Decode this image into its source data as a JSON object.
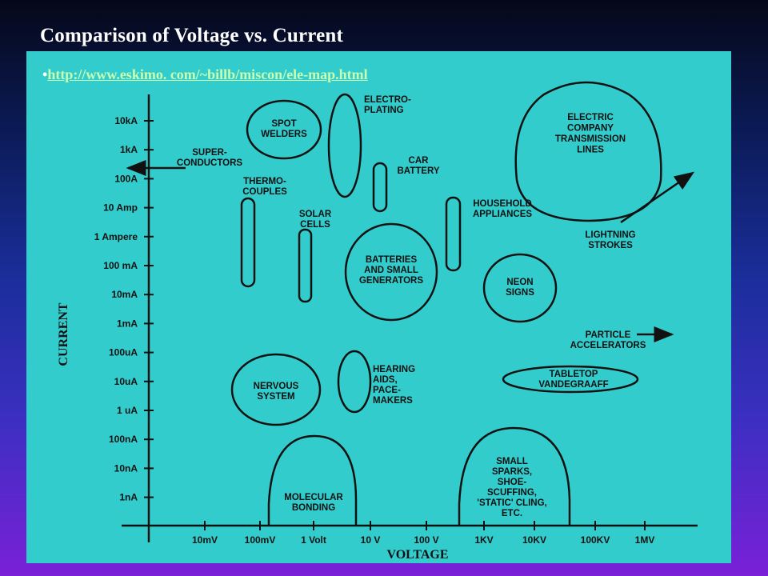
{
  "slide": {
    "title": "Comparison of Voltage vs. Current",
    "link_bullet": "•",
    "link_text": "http://www.eskimo. com/~billb/miscon/ele-map.html"
  },
  "colors": {
    "background_top": "#050818",
    "background_bottom": "#7a20d8",
    "panel": "#33cccc",
    "ink": "#111111",
    "title": "#ffffff",
    "link": "#c8ffb0"
  },
  "axes": {
    "y_title": "CURRENT",
    "x_title": "VOLTAGE",
    "y_ticks": [
      "10kA",
      "1kA",
      "100A",
      "10 Amp",
      "1 Ampere",
      "100 mA",
      "10mA",
      "1mA",
      "100uA",
      "10uA",
      "1 uA",
      "100nA",
      "10nA",
      "1nA"
    ],
    "x_ticks": [
      "10mV",
      "100mV",
      "1 Volt",
      "10 V",
      "100 V",
      "1KV",
      "10KV",
      "100KV",
      "1MV"
    ]
  },
  "regions": {
    "spot_welders": [
      "SPOT",
      "WELDERS"
    ],
    "electroplating": [
      "ELECTRO-",
      "PLATING"
    ],
    "electric_company": [
      "ELECTRIC",
      "COMPANY",
      "TRANSMISSION",
      "LINES"
    ],
    "superconductors": [
      "SUPER-",
      "CONDUCTORS"
    ],
    "thermocouples": [
      "THERMO-",
      "COUPLES"
    ],
    "car_battery": [
      "CAR",
      "BATTERY"
    ],
    "solar_cells": [
      "SOLAR",
      "CELLS"
    ],
    "household_appliances": [
      "HOUSEHOLD",
      "APPLIANCES"
    ],
    "lightning_strokes": [
      "LIGHTNING",
      "STROKES"
    ],
    "batteries_generators": [
      "BATTERIES",
      "AND SMALL",
      "GENERATORS"
    ],
    "neon_signs": [
      "NEON",
      "SIGNS"
    ],
    "particle_accelerators": [
      "PARTICLE",
      "ACCELERATORS"
    ],
    "nervous_system": [
      "NERVOUS",
      "SYSTEM"
    ],
    "hearing_aids": [
      "HEARING",
      "AIDS,",
      "PACE-",
      "MAKERS"
    ],
    "tabletop_vandegraaff": [
      "TABLETOP",
      "VANDEGRAAFF"
    ],
    "molecular_bonding": [
      "MOLECULAR",
      "BONDING"
    ],
    "small_sparks": [
      "SMALL",
      "SPARKS,",
      "SHOE-",
      "SCUFFING,",
      "'STATIC' CLING,",
      "ETC."
    ]
  }
}
